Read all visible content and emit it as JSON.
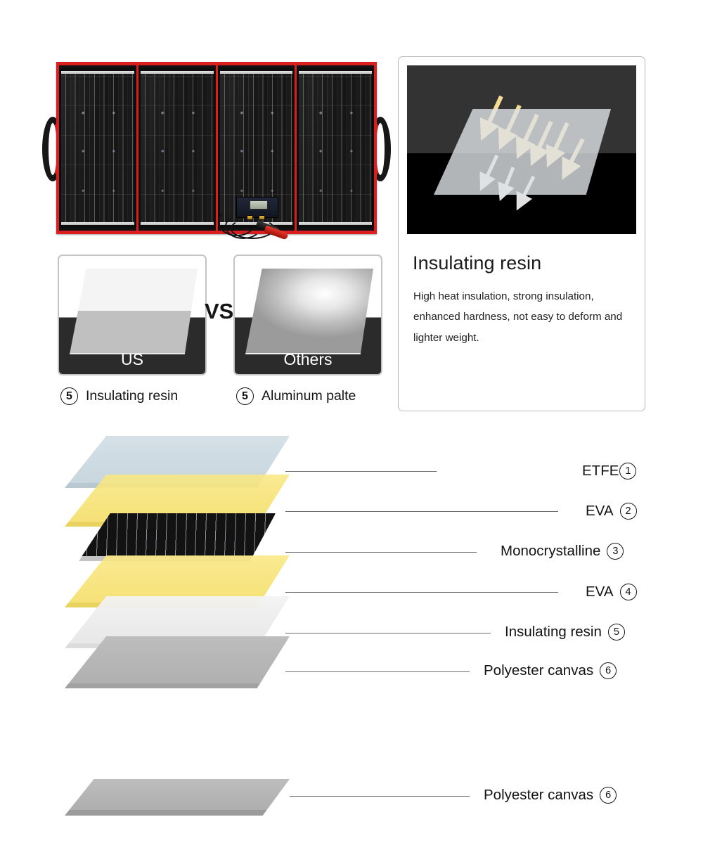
{
  "product_photo": {
    "name": "foldable-solar-panel",
    "fold_count": 4,
    "frame_color": "#d91f1f",
    "cell_color": "#0d0d0d",
    "accessories": [
      "charge-controller",
      "cable",
      "red-alligator-clip",
      "black-alligator-clip"
    ]
  },
  "resin_card": {
    "heading": "Insulating resin",
    "body": "High heat insulation, strong insulation, enhanced hardness, not easy to deform and lighter weight.",
    "illustration": {
      "name": "heat-transfer-diagram",
      "top_background": "#333333",
      "bottom_background": "#000000",
      "incoming_arrow_color": "#f6dd95",
      "outgoing_arrow_color": "#e2e2e2",
      "incoming_arrow_count": 6,
      "outgoing_arrow_count": 3
    }
  },
  "comparison": {
    "vs_label": "VS",
    "cards": [
      {
        "badge": "US",
        "caption": "Insulating resin",
        "number": "5",
        "plate": "resin"
      },
      {
        "badge": "Others",
        "caption": "Aluminum palte",
        "number": "5",
        "plate": "aluminum"
      }
    ]
  },
  "layer_stack": {
    "layers": [
      {
        "label": "ETFE",
        "number": "1",
        "color": "#ccd9e0",
        "edge": "#b3c4ce"
      },
      {
        "label": "EVA",
        "number": "2",
        "color": "#f7e271",
        "edge": "#e6cf52"
      },
      {
        "label": "Monocrystalline",
        "number": "3",
        "color": "#121212",
        "edge": "#c3c3c3"
      },
      {
        "label": "EVA",
        "number": "4",
        "color": "#f7e271",
        "edge": "#e6cf52"
      },
      {
        "label": "Insulating resin",
        "number": "5",
        "color": "#ededed",
        "edge": "#dcdcdc"
      },
      {
        "label": "Polyester canvas",
        "number": "6",
        "color": "#b4b4b4",
        "edge": "#a2a2a2"
      }
    ]
  },
  "bottom_layer": {
    "label": "Polyester canvas",
    "number": "6",
    "color": "#b4b4b4"
  }
}
